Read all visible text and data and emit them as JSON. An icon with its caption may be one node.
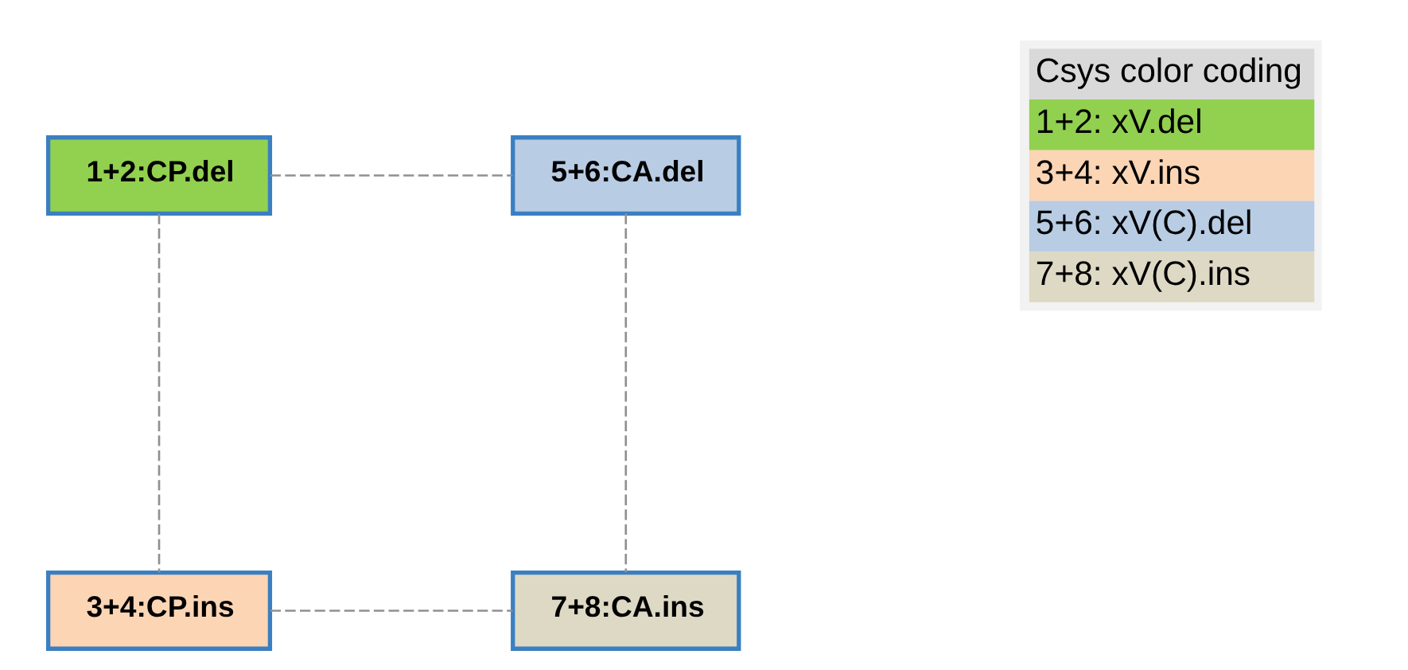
{
  "diagram": {
    "nodes": [
      {
        "text": [
          "1+2:CP.del"
        ]
      },
      {
        "text": [
          "5+6:CA.del"
        ]
      },
      {
        "text": [
          "3+4:CP.ins"
        ]
      },
      {
        "text": [
          "7+8:CA.ins"
        ]
      }
    ],
    "edges": [
      {
        "from": 0,
        "to": 1,
        "arrow": "none",
        "style": "dashed"
      },
      {
        "from": 0,
        "to": 2,
        "arrow": "none",
        "style": "dashed"
      },
      {
        "from": 1,
        "to": 3,
        "arrow": "none",
        "style": "dashed"
      },
      {
        "from": 2,
        "to": 3,
        "arrow": "none",
        "style": "dashed"
      }
    ],
    "labels": [
      "Csys color coding"
    ],
    "legend": [
      {
        "text": "1+2: xV.del",
        "color": "#92d050"
      },
      {
        "text": "3+4: xV.ins",
        "color": "#fcd5b4"
      },
      {
        "text": "5+6: xV(C).del",
        "color": "#b8cce4"
      },
      {
        "text": "7+8: xV(C).ins",
        "color": "#ddd9c4"
      }
    ]
  }
}
